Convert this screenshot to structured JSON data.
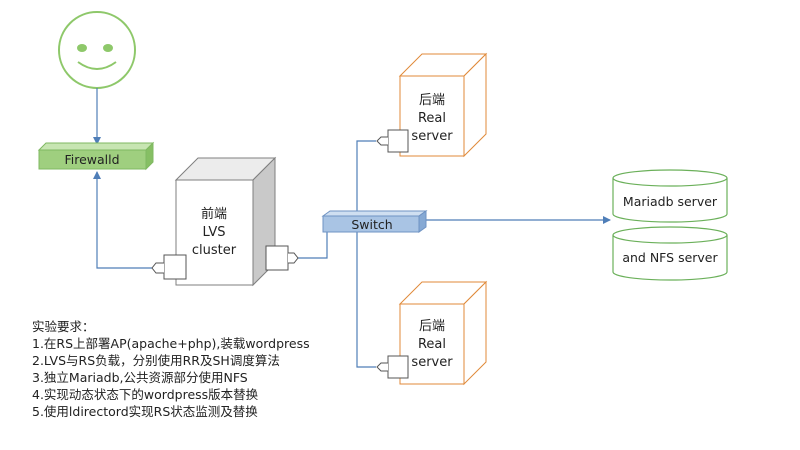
{
  "nodes": {
    "firewall": {
      "label": "Firewalld"
    },
    "lvs": {
      "line1": "前端",
      "line2": "LVS",
      "line3": "cluster"
    },
    "rs_top": {
      "line1": "后端",
      "line2": "Real",
      "line3": "server"
    },
    "rs_bottom": {
      "line1": "后端",
      "line2": "Real",
      "line3": "server"
    },
    "switch": {
      "label": "Switch"
    },
    "db_top": {
      "label": "Mariadb server"
    },
    "db_bottom": {
      "label": "and NFS server"
    }
  },
  "requirements": {
    "title": "实验要求：",
    "items": [
      "1.在RS上部署AP(apache+php),装载wordpress",
      "2.LVS与RS负载，分别使用RR及SH调度算法",
      "3.独立Mariadb,公共资源部分使用NFS",
      "4.实现动态状态下的wordpress版本替换",
      "5.使用ldirectord实现RS状态监测及替换"
    ]
  },
  "colors": {
    "edge": "#4f7eb8",
    "firewall_fill": "#9fcf7f",
    "firewall_top": "#c7e5b2",
    "smiley_stroke": "#8ec86a",
    "rs_border": "#e08a3a",
    "cube_side": "#c9c9c9",
    "switch_fill": "#a9c4e4",
    "db_border": "#6bb05a"
  }
}
